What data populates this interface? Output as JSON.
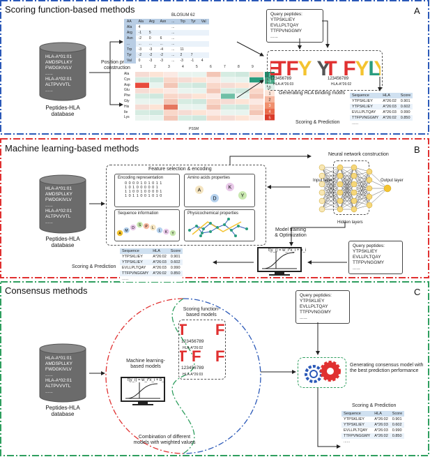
{
  "colors": {
    "blue": "#2b59b8",
    "red": "#e03030",
    "green": "#2e9e5e",
    "gray": "#6b6b6b",
    "heatRed": "#e84a3c",
    "heatTeal": "#2a9d7f",
    "neuronYellow": "#f4c430"
  },
  "sections": [
    {
      "title": "Scoring function-based methods",
      "letter": "A"
    },
    {
      "title": "Machine learning-based methods",
      "letter": "B"
    },
    {
      "title": "Consensus methods",
      "letter": "C"
    }
  ],
  "database": {
    "lines": [
      "HLA-A*01:01",
      "AMDSPLLKY",
      "FWDGKIVLV",
      "......",
      "HLA-A*02:01",
      "ALTPVVVTL",
      "......"
    ],
    "caption": "Peptides-HLA database"
  },
  "query": {
    "title": "Query peptides:",
    "peptides": [
      "YTPSKLIEY",
      "EVLLPLTQAY",
      "TTFPVNGGMY"
    ],
    "more": "......"
  },
  "results": {
    "headers": [
      "Sequence",
      "HLA",
      "Score"
    ],
    "rows": [
      [
        "YTPSKLIEY",
        "A*26:02",
        "0.901"
      ],
      [
        "YTPSKLIEY",
        "A*26:03",
        "0.602"
      ],
      [
        "EVLLPLTQAY",
        "A*26:03",
        "0.990"
      ],
      [
        "TTFPVNGGMY",
        "A*26:02",
        "0.850"
      ]
    ],
    "more": "......"
  },
  "sectionA": {
    "blosum": {
      "title": "BLOSUM 62",
      "cols": [
        "AA",
        "Ala",
        "Arg",
        "Asn",
        "...",
        "Trp",
        "Tyr",
        "Val"
      ],
      "rows": [
        [
          "Ala",
          "4",
          "",
          "",
          "...",
          "",
          "",
          ""
        ],
        [
          "Arg",
          "-1",
          "5",
          "",
          "...",
          "",
          "",
          ""
        ],
        [
          "Asn",
          "-2",
          "0",
          "6",
          "...",
          "",
          "",
          ""
        ],
        [
          "...",
          "...",
          "...",
          "...",
          "...",
          "",
          "",
          ""
        ],
        [
          "Trp",
          "-3",
          "-3",
          "-4",
          "...",
          "11",
          "",
          ""
        ],
        [
          "Tyr",
          "-2",
          "-2",
          "-2",
          "...",
          "2",
          "7",
          ""
        ],
        [
          "Val",
          "0",
          "-3",
          "-3",
          "...",
          "-3",
          "-1",
          "4"
        ]
      ]
    },
    "profile_label": "Position profile construction",
    "pssm": {
      "title": "PSSM",
      "cols": [
        "1",
        "2",
        "3",
        "4",
        "5",
        "6",
        "7",
        "8",
        "9"
      ],
      "rows": [
        "Ala",
        "Cys",
        "Asp",
        "Glu",
        "Phe",
        "Gly",
        "His",
        "Ile",
        "Lys"
      ],
      "scale": [
        "2",
        "-1",
        "0",
        "1",
        "2",
        "3",
        "4",
        "5"
      ]
    },
    "logo1_label": "HLA-A*26:03",
    "logo2_label": "HLA-A*26:02",
    "logo_positions": "123456789",
    "motif_caption": "Generating HLA binding motifs",
    "scoring_label": "Scoring & Prediction"
  },
  "sectionB": {
    "feature_title": "Feature selection & encoding",
    "encoding_title": "Encoding representation",
    "encoding_rows": [
      "0 0 0 0 1 0 1 0 1 1",
      "1 0 1 0 0 0 0 0 1",
      "1 1 0 0 1 0 0 0 0 1",
      "1 0 1 1 0 0 1 0 1 0"
    ],
    "aa_title": "Amino acids properties",
    "aa_letters": [
      "A",
      "D",
      "K",
      "Y"
    ],
    "seq_title": "Sequence information",
    "seq_letters": [
      "A",
      "M",
      "D",
      "S",
      "P",
      "L",
      "L",
      "K",
      "Y"
    ],
    "physchem_title": "Physicochemical properties",
    "nn_title": "Neural network construction",
    "input_layer": "Input layer",
    "output_layer": "Output layer",
    "hidden_layers": "Hidden layers",
    "training_label": "Model training & Optimization",
    "formula": "f(y_i) = w_i*x_i + b_i",
    "scoring_label": "Scoring & Prediction",
    "dots": "......"
  },
  "sectionC": {
    "scoring_models": "Scoring function-based models",
    "logo_positions": "123456789",
    "logo1_label": "HLA-A*26:02",
    "logo2_label": "HLA-A*26:03",
    "ml_models": "Machine learning-based models",
    "formula": "f(y_i) = w_i*x_i + b_i",
    "combination": "Combination of different models with weighted values",
    "consensus": "Generating consensus model with the best prediction performance",
    "scoring_label": "Scoring & Prediction"
  }
}
